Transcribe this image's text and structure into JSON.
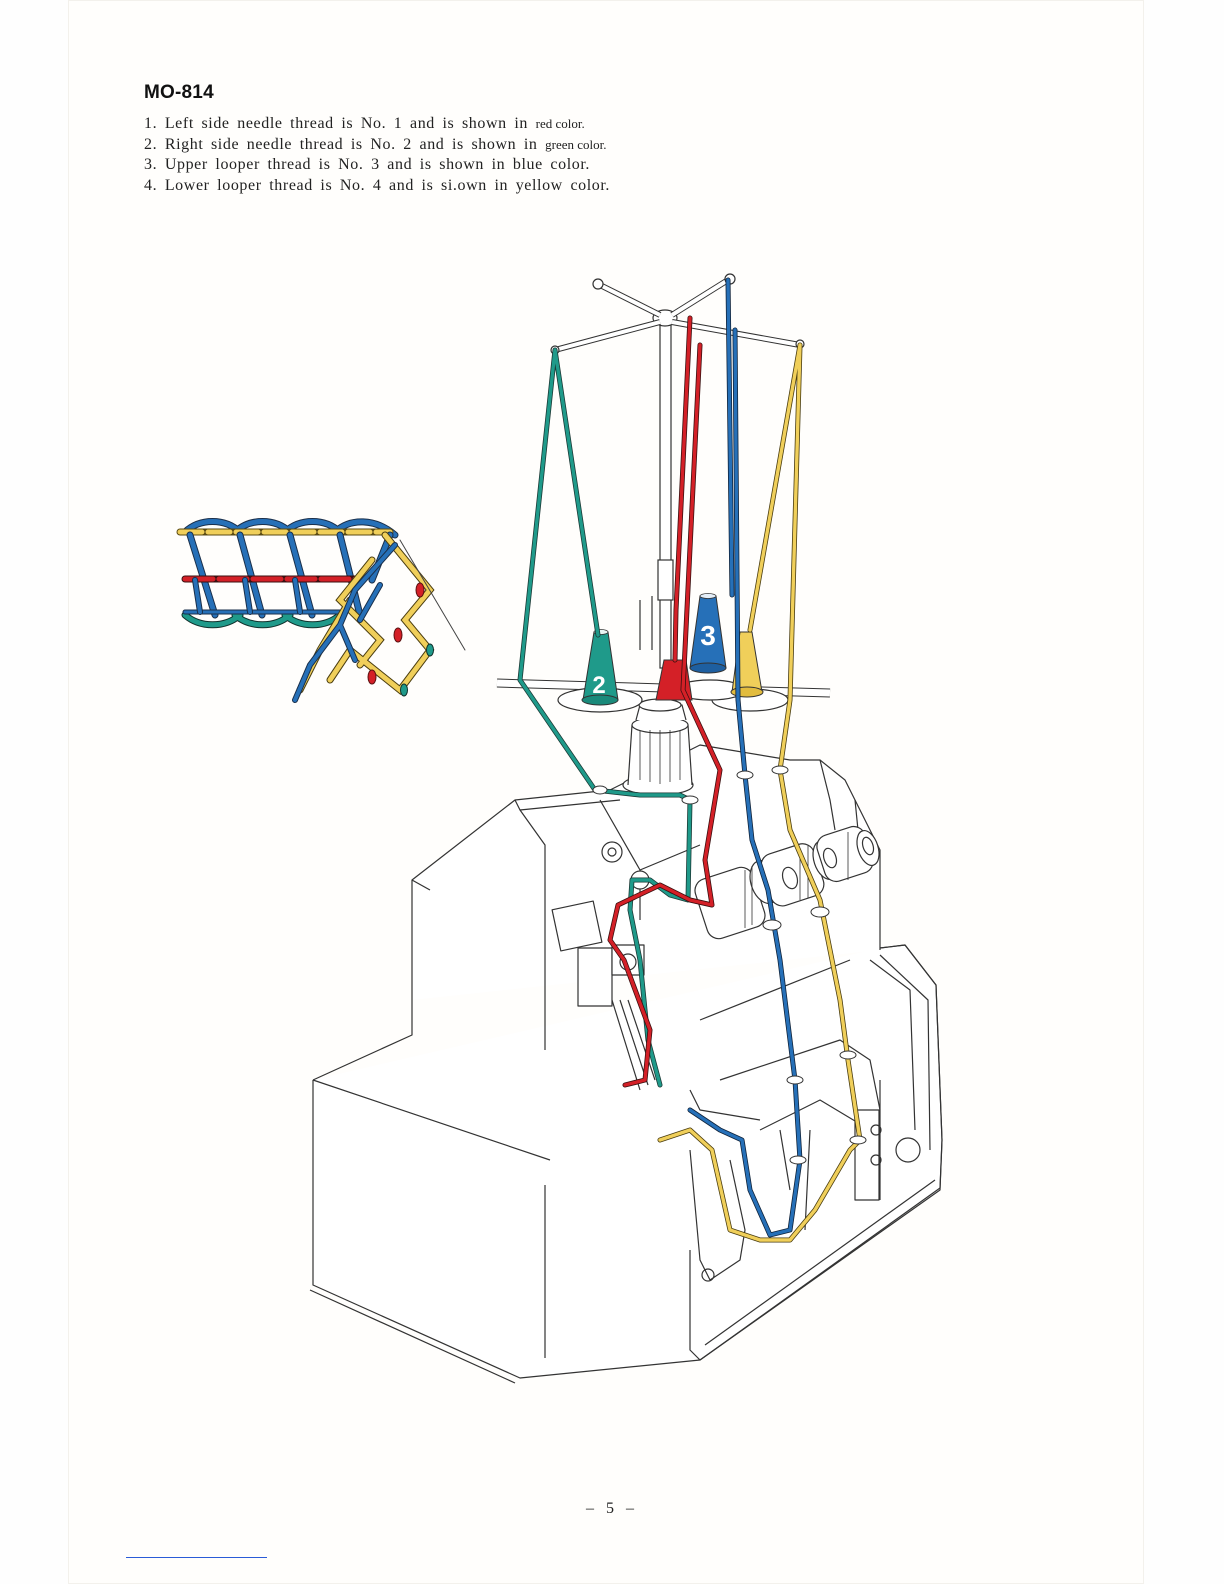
{
  "document": {
    "model": "MO-814",
    "page_number": "– 5 –"
  },
  "threads": [
    {
      "num": "1.",
      "text": "Left side needle thread is No. 1 and is shown in",
      "color_name": "red color.",
      "color": "#d42027"
    },
    {
      "num": "2.",
      "text": "Right side needle thread is No. 2 and is shown in",
      "color_name": "green color.",
      "color": "#1f9a8a"
    },
    {
      "num": "3.",
      "text": "Upper looper thread is No. 3 and is shown in blue color.",
      "color_name": "",
      "color": "#2670b8"
    },
    {
      "num": "4.",
      "text": "Lower looper thread is No. 4 and is si.own in yellow color.",
      "color_name": "",
      "color": "#f0cf5a"
    }
  ],
  "figure": {
    "cone_labels": [
      "2",
      "3"
    ],
    "icon_spool_stand": "spool-stand-icon",
    "icon_machine": "overlock-machine-icon",
    "icon_stitch": "stitch-diagram-icon"
  }
}
